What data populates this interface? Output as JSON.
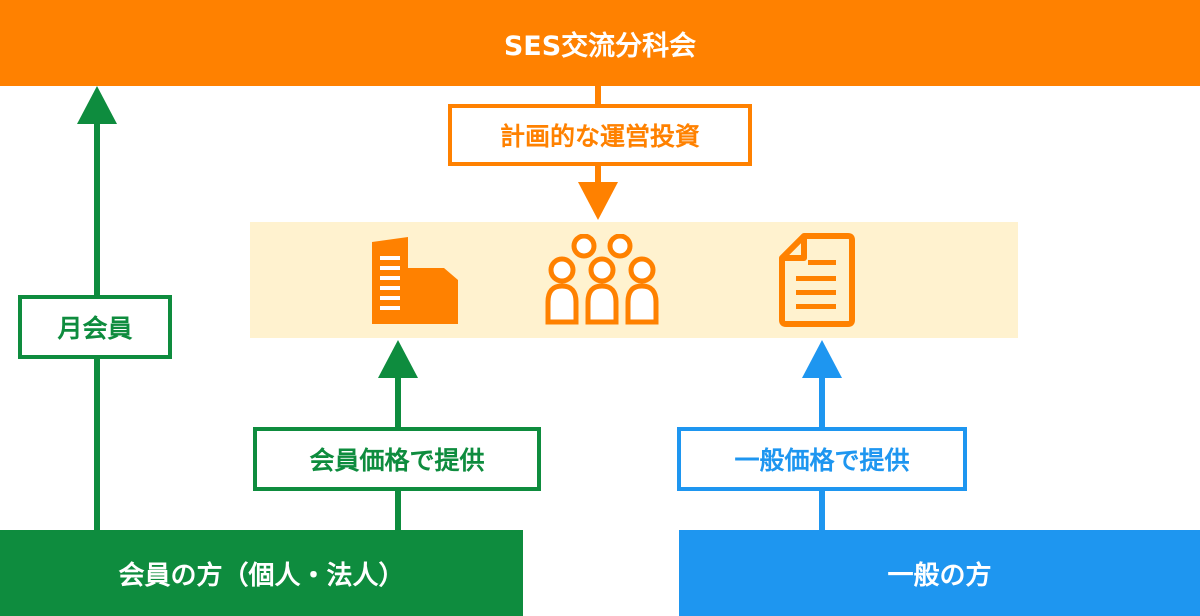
{
  "colors": {
    "orange": "#ff8100",
    "green": "#0e8c3e",
    "blue": "#1e96f0",
    "panel": "#fff2cf"
  },
  "top_bar": {
    "title": "SES交流分科会"
  },
  "investment_label": "計画的な運営投資",
  "monthly_label": "月会員",
  "member_price_label": "会員価格で提供",
  "general_price_label": "一般価格で提供",
  "bottom": {
    "members": "会員の方（個人・法人）",
    "general": "一般の方"
  },
  "panel_icons": [
    "building-icon",
    "people-group-icon",
    "document-icon"
  ]
}
